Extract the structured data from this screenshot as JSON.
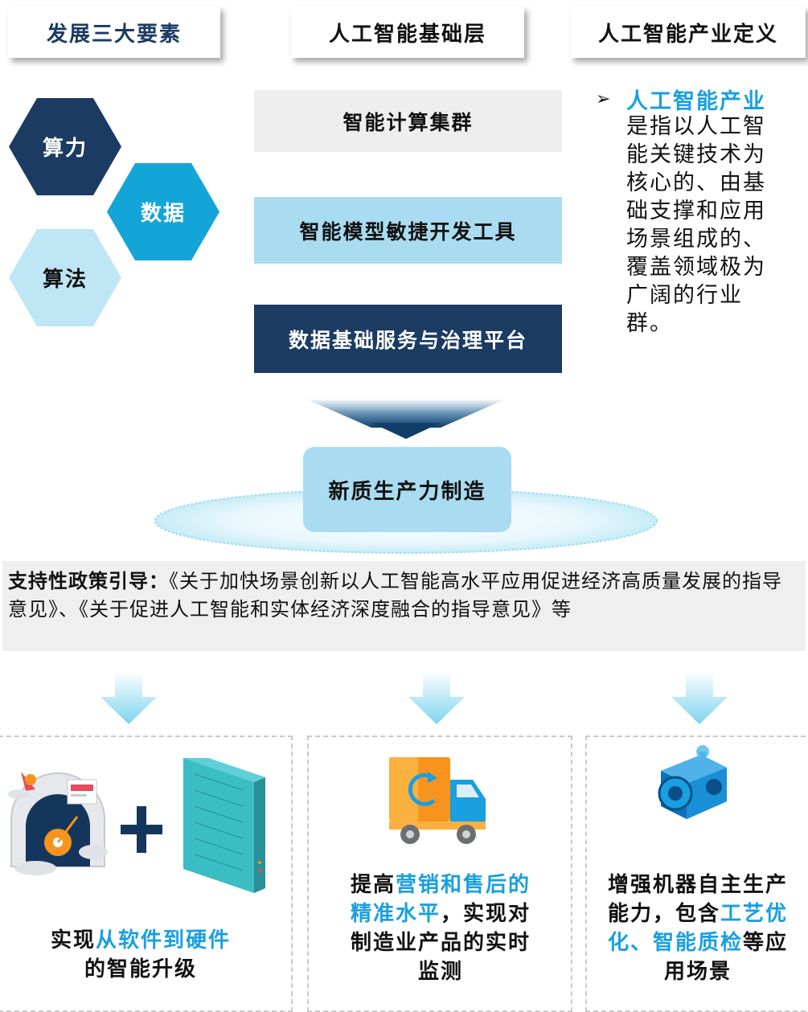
{
  "header": {
    "elements": "发展三大要素",
    "foundation": "人工智能基础层",
    "definition": "人工智能产业定义"
  },
  "elements": {
    "compute": "算力",
    "data": "数据",
    "algorithm": "算法"
  },
  "foundation_layers": [
    "智能计算集群",
    "智能模型敏捷开发工具",
    "数据基础服务与治理平台"
  ],
  "definition": {
    "bullet": "➢",
    "title": "人工智能产业",
    "lines": [
      "是指以人工智",
      "能关键技术为",
      "核心的、由基",
      "础支撑和应用",
      "场景组成的、",
      "覆盖领域极为",
      "广阔的行业群。"
    ]
  },
  "center": {
    "label": "新质生产力制造"
  },
  "policy": {
    "label": "支持性政策引导：",
    "text": "《关于加快场景创新以人工智能高水平应用促进经济高质量发展的指导意见》、《关于促进人工智能和实体经济深度融合的指导意见》等"
  },
  "outcomes": [
    {
      "pre": "实现",
      "highlight": "从软件到硬件",
      "post": "的智能升级"
    },
    {
      "pre": "提高",
      "highlight": "营销和售后的精准水平",
      "post": "，实现对制造业产品的实时监测"
    },
    {
      "pre": "增强机器自主生产能力，包含",
      "highlight": "工艺优化、智能质检",
      "post": "等应用场景"
    }
  ],
  "colors": {
    "navy": "#1b3b62",
    "teal": "#14a5d8",
    "pale_blue": "#bfe6f5",
    "light_blue": "#a9dcf0",
    "highlight": "#1a9fe0"
  }
}
